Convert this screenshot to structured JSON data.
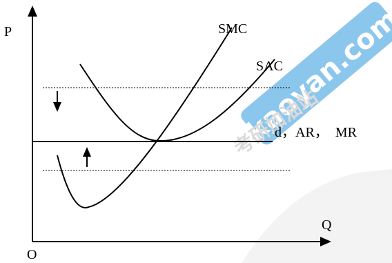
{
  "axes": {
    "y_label": "P",
    "x_label": "Q",
    "origin_label": "O"
  },
  "curves": {
    "smc_label": "SMC",
    "sac_label": "SAC",
    "demand_label": "d，AR，  MR"
  },
  "watermark": {
    "text": "kaoyan.com",
    "subtext": "考研加油站",
    "color": "#1f8fd8"
  },
  "colors": {
    "line": "#000000",
    "background": "#ffffff"
  }
}
